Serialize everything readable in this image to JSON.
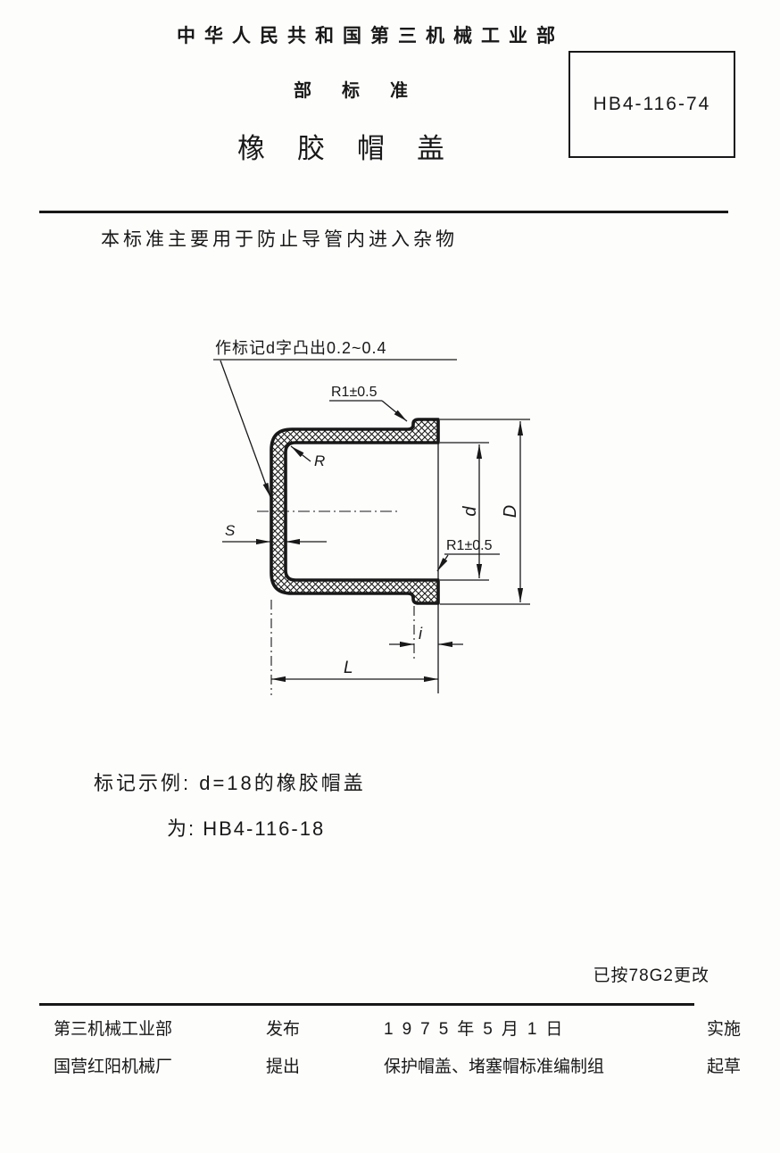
{
  "header": {
    "ministry": "中华人民共和国第三机械工业部",
    "standard_type": "部标准",
    "title": "橡胶帽盖",
    "standard_code": "HB4-116-74"
  },
  "intro": "本标准主要用于防止导管内进入杂物",
  "drawing": {
    "annotation_top": "作标记d字凸出0.2~0.4",
    "dim_r1_top": "R1±0.5",
    "dim_r": "R",
    "dim_s": "S",
    "dim_d_inner": "d",
    "dim_d_outer": "D",
    "dim_r1_bottom": "R1±0.5",
    "dim_i": "i",
    "dim_l": "L"
  },
  "example": {
    "line1": "标记示例: d=18的橡胶帽盖",
    "line2": "为: HB4-116-18"
  },
  "revision_note": "已按78G2更改",
  "footer": {
    "left": [
      {
        "text": "第三机械工业部",
        "label": "发布"
      },
      {
        "text": "国营红阳机械厂",
        "label": "提出"
      }
    ],
    "right": [
      {
        "text": "1975年5月1日",
        "label": "实施"
      },
      {
        "text": "保护帽盖、堵塞帽标准编制组",
        "label": "起草"
      }
    ]
  },
  "colors": {
    "ink": "#181818",
    "paper": "#fdfdfc"
  }
}
